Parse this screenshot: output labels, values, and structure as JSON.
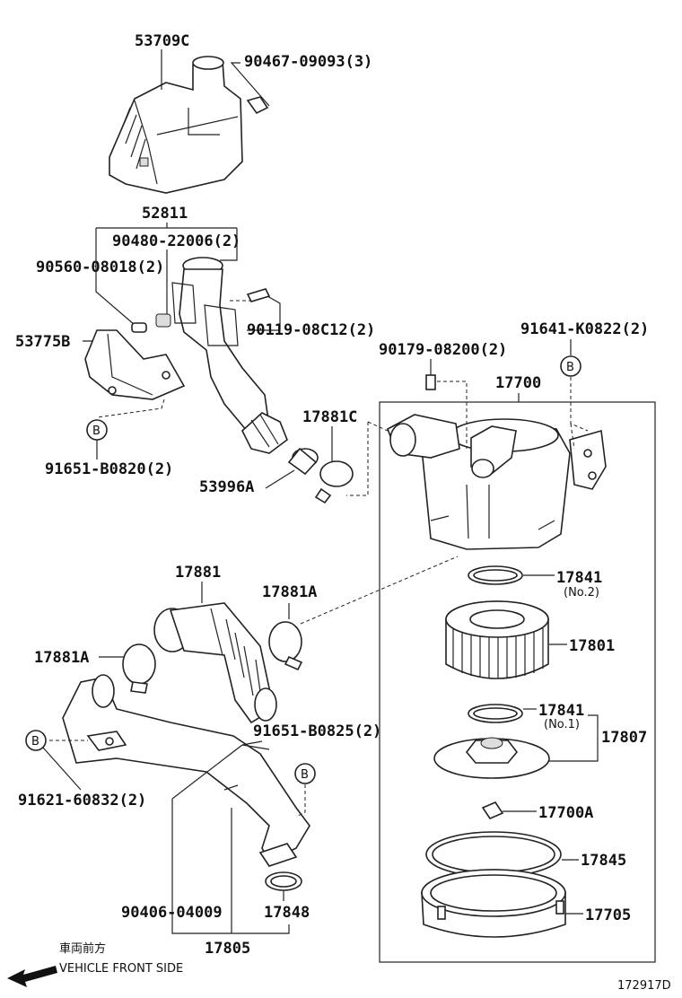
{
  "labels": {
    "p53709c": "53709C",
    "p90467": "90467-09093(3)",
    "p52811": "52811",
    "p90480": "90480-22006(2)",
    "p90560": "90560-08018(2)",
    "p53775b": "53775B",
    "p90119": "90119-08C12(2)",
    "p91641": "91641-K0822(2)",
    "p90179": "90179-08200(2)",
    "p17700": "17700",
    "p91651b0820": "91651-B0820(2)",
    "p17881c": "17881C",
    "p53996a": "53996A",
    "p17881": "17881",
    "p17881a_top": "17881A",
    "p17881a_left": "17881A",
    "p17841_no2": "17841",
    "no2": "(No.2)",
    "p17801": "17801",
    "p17841_no1": "17841",
    "no1": "(No.1)",
    "p17807": "17807",
    "p91651b0825": "91651-B0825(2)",
    "p91621": "91621-60832(2)",
    "p17700a": "17700A",
    "p17845": "17845",
    "p17705": "17705",
    "p90406": "90406-04009",
    "p17848": "17848",
    "p17805": "17805",
    "ref_b": "B",
    "front_jp": "車両前方",
    "front_en": "VEHICLE FRONT SIDE",
    "figure_id": "172917D"
  },
  "icons": [
    "front-arrow-icon"
  ]
}
